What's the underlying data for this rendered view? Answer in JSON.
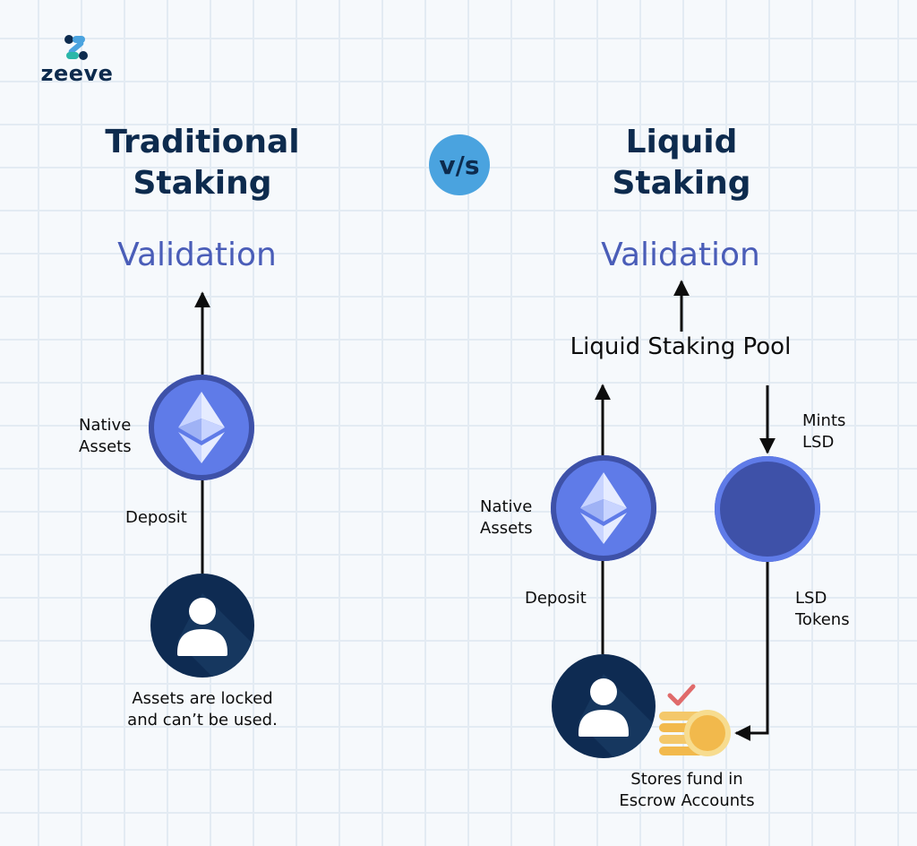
{
  "brand": {
    "name": "zeeve"
  },
  "left": {
    "title_line1": "Traditional",
    "title_line2": "Staking",
    "validation": "Validation",
    "native_line1": "Native",
    "native_line2": "Assets",
    "deposit": "Deposit",
    "caption_line1": "Assets are locked",
    "caption_line2": "and can’t be used."
  },
  "vs": "v/s",
  "right": {
    "title_line1": "Liquid",
    "title_line2": "Staking",
    "validation": "Validation",
    "pool": "Liquid Staking Pool",
    "native_line1": "Native",
    "native_line2": "Assets",
    "deposit": "Deposit",
    "mints_line1": "Mints",
    "mints_line2": "LSD",
    "lsd_line1": "LSD",
    "lsd_line2": "Tokens",
    "stores_line1": "Stores fund in",
    "stores_line2": "Escrow Accounts"
  },
  "colors": {
    "navy": "#0d2b4e",
    "validation": "#4a5db8",
    "vs_bubble": "#4aa3df",
    "eth_fill": "#5f7be8",
    "eth_ring": "#3e51a8",
    "user_fill": "#0e2b52",
    "coin": "#f4c86a",
    "check": "#e06a6a"
  }
}
